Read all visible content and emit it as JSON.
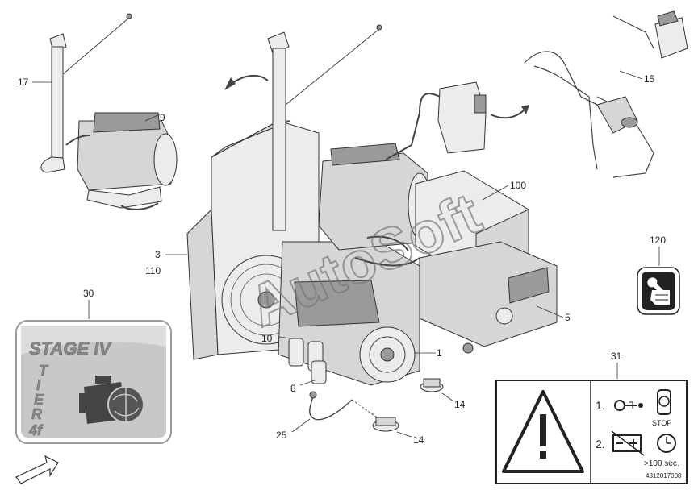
{
  "colors": {
    "stage_badge_bg": "#c8c8c8",
    "stage_badge_frame": "#9a9a9a",
    "stage_text": "#8a8a8a",
    "warning_frame": "#222222",
    "icon_dark": "#333333"
  },
  "watermark": "AutoSoft",
  "callouts": {
    "c17": "17",
    "c9": "9",
    "c15": "15",
    "c100": "100",
    "c3": "3",
    "c110": "110",
    "c120": "120",
    "c30": "30",
    "c5": "5",
    "c10": "10",
    "c1": "1",
    "c8": "8",
    "c14a": "14",
    "c25": "25",
    "c14b": "14",
    "c31": "31"
  },
  "stage_badge": {
    "title": "STAGE IV",
    "tier_letters": [
      "T",
      "I",
      "E",
      "R"
    ],
    "tier_suffix": "4f",
    "icon": "engine-globe-icon"
  },
  "warning_label": {
    "step1": "1.",
    "step2": "2.",
    "stop": "STOP",
    "time": ">100 sec.",
    "code": "4812017008",
    "icons": [
      "warning-triangle-icon",
      "key-off-icon",
      "engine-stop-icon",
      "battery-disconnect-icon",
      "clock-icon"
    ]
  },
  "service_icon": "wrench-thumb-icon"
}
